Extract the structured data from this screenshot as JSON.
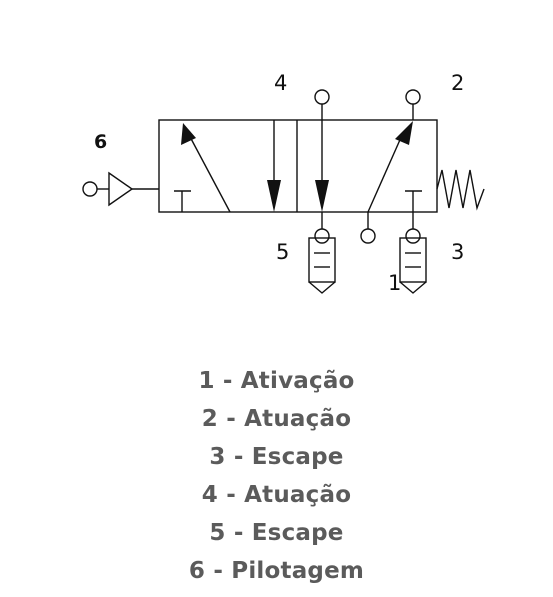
{
  "diagram": {
    "ports": {
      "p1": "1",
      "p2": "2",
      "p3": "3",
      "p4": "4",
      "p5": "5",
      "p6": "6"
    }
  },
  "legend": [
    "1 - Ativação",
    "2 - Atuação",
    "3 - Escape",
    "4 - Atuação",
    "5 - Escape",
    "6 - Pilotagem"
  ]
}
